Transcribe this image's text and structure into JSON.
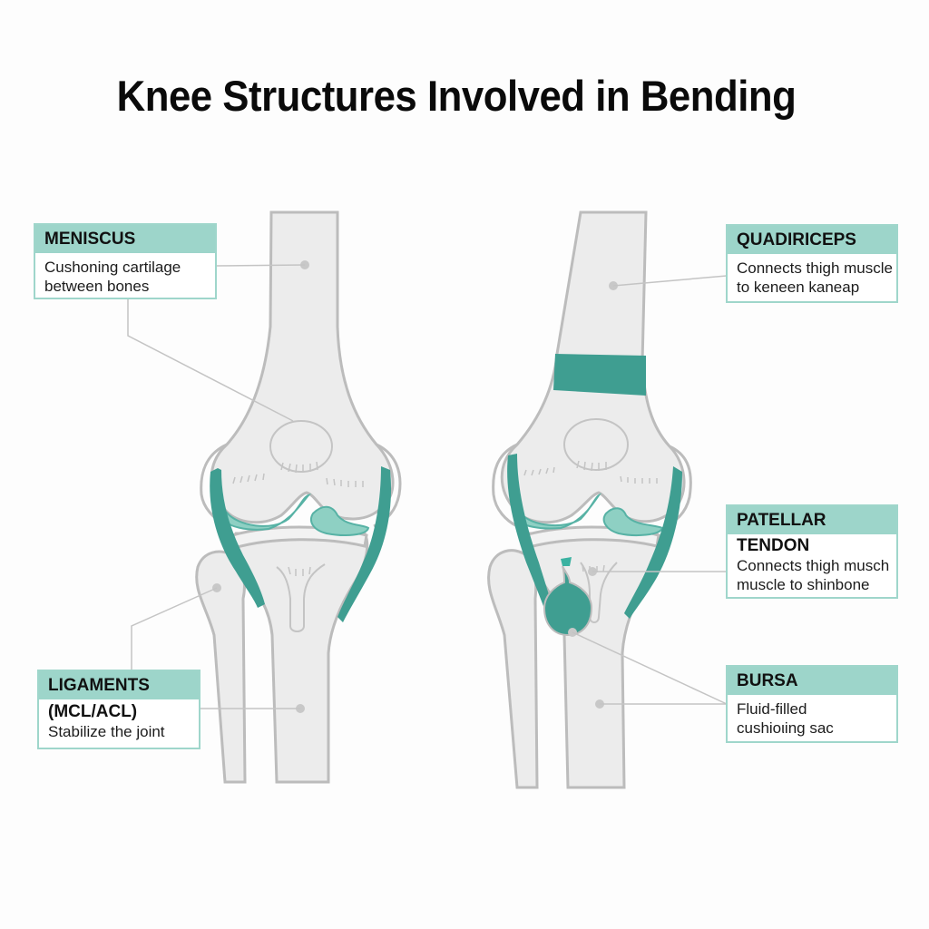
{
  "title": "Knee Structures Involved in Bending",
  "colors": {
    "accent": "#3f9e91",
    "accent_light": "#9dd5ca",
    "bone_fill": "#ededed",
    "bone_stroke": "#b9b9b9",
    "leader_line": "#c4c4c4"
  },
  "callouts": {
    "meniscus": {
      "label": "MENISCUS",
      "description_line1": "Cushoning cartilage",
      "description_line2": "between bones"
    },
    "ligaments": {
      "label": "LIGAMENTS",
      "sublabel": "(MCL/ACL)",
      "description": "Stabilize the joint"
    },
    "quadriceps": {
      "label": "QUADIRICEPS",
      "description_line1": "Connects thigh muscle",
      "description_line2": "to keneen kaneap"
    },
    "patellar_tendon": {
      "label": "PATELLAR",
      "sublabel": "TENDON",
      "description_line1": "Connects thigh musch",
      "description_line2": "muscle to shinbone"
    },
    "bursa": {
      "label": "BURSA",
      "description_line1": "Fluid-filled",
      "description_line2": "cushioιing sac"
    }
  }
}
